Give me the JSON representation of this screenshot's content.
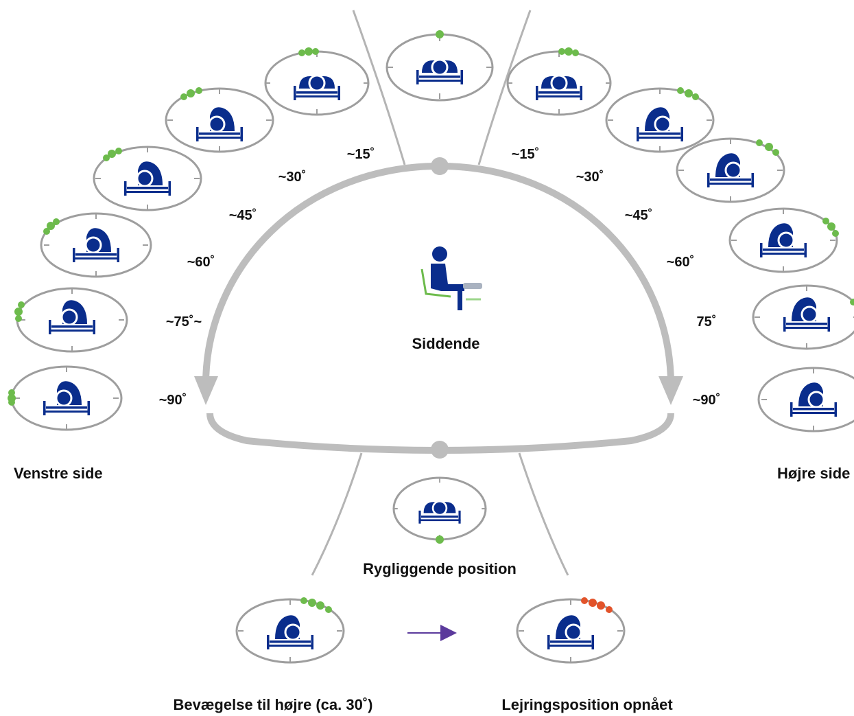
{
  "center_label": "Siddende",
  "supine_label": "Rygliggende position",
  "left_side_label": "Venstre side",
  "right_side_label": "Højre side",
  "left_angles": [
    "~15˚",
    "~30˚",
    "~45˚",
    "~60˚",
    "~75˚~",
    "~90˚"
  ],
  "right_angles": [
    "~15˚",
    "~30˚",
    "~45˚",
    "~60˚",
    "75˚",
    "~90˚"
  ],
  "bottom_left_caption": "Bevægelse til højre (ca. 30˚)",
  "bottom_right_caption": "Lejringsposition opnået",
  "colors": {
    "figure": "#0a2d8c",
    "ring": "#9e9e9e",
    "ok": "#6dbb4c",
    "alert": "#e2532a",
    "arrow": "#bdbdbd",
    "link": "#5b3a9c"
  },
  "icons": [
    "patient-in-bed-icon",
    "seated-person-icon",
    "position-indicator-dot-icon",
    "arrow-right-icon"
  ]
}
